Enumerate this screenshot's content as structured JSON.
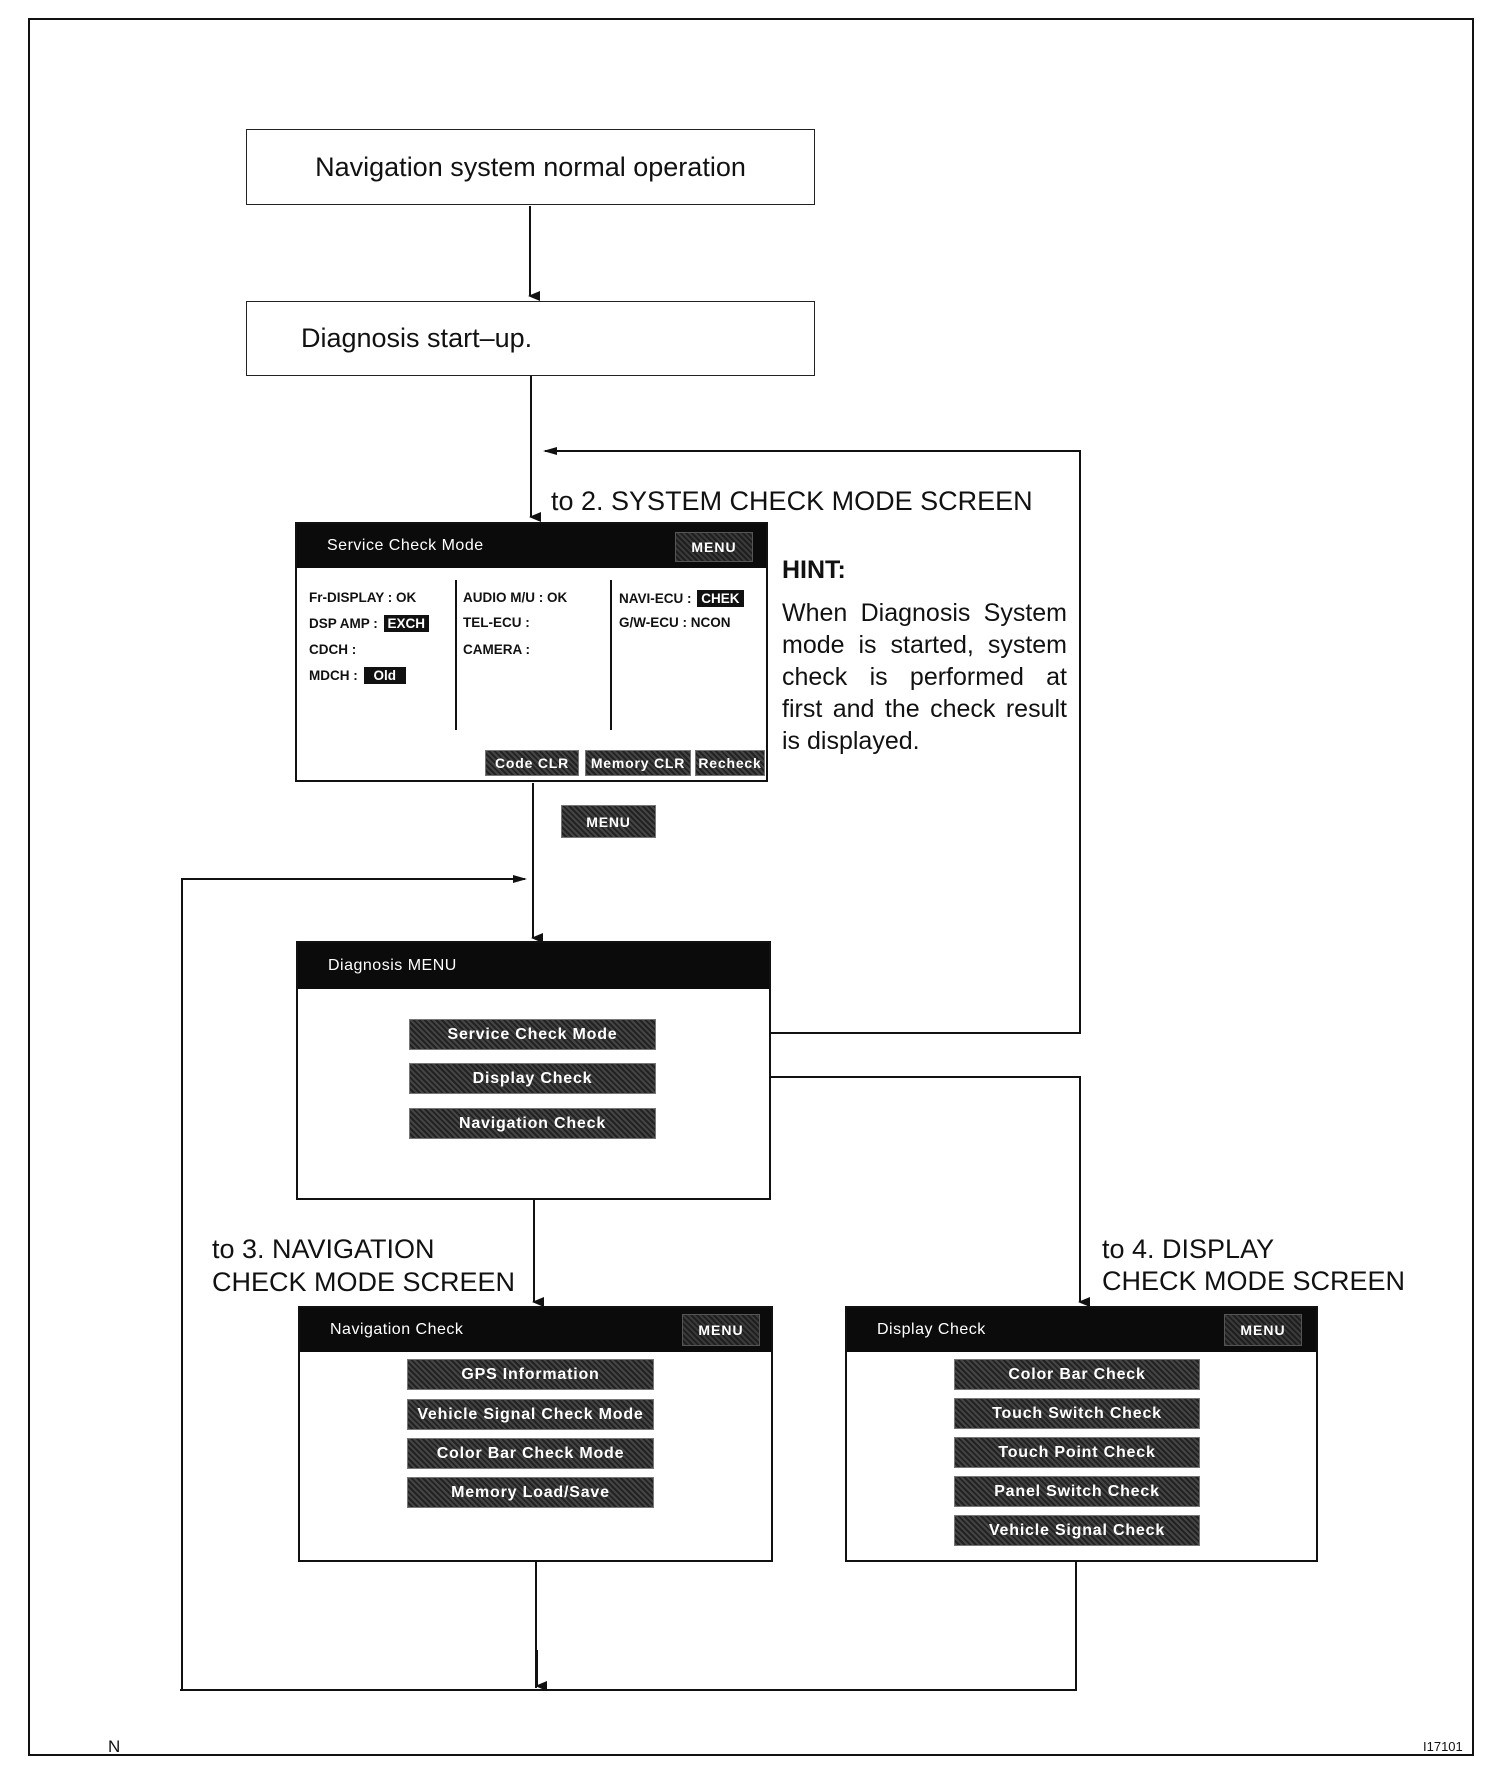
{
  "flow": {
    "box1": "Navigation system normal operation",
    "box2": "Diagnosis start–up."
  },
  "labels": {
    "to_system": "to 2. SYSTEM CHECK MODE SCREEN",
    "to_nav_1": "to 3. NAVIGATION",
    "to_nav_2": "CHECK MODE SCREEN",
    "to_disp_1": "to 4. DISPLAY",
    "to_disp_2": "CHECK MODE SCREEN"
  },
  "hint": {
    "title": "HINT:",
    "text": "When Diagnosis System mode is started, system check is performed at first and the check result is displayed."
  },
  "service_screen": {
    "title": "Service  Check  Mode",
    "menu": "MENU",
    "col1": [
      {
        "key": "Fr-DISPLAY : ",
        "val": "OK",
        "tag": ""
      },
      {
        "key": "DSP AMP  : ",
        "val": "",
        "tag": "EXCH"
      },
      {
        "key": "CDCH      :",
        "val": "",
        "tag": ""
      },
      {
        "key": "MDCH      : ",
        "val": "",
        "tag": "Old"
      }
    ],
    "col2": [
      {
        "key": "AUDIO M/U : ",
        "val": "OK",
        "tag": ""
      },
      {
        "key": "TEL-ECU    :",
        "val": "",
        "tag": ""
      },
      {
        "key": "CAMERA     :",
        "val": "",
        "tag": ""
      }
    ],
    "col3": [
      {
        "key": "NAVI-ECU  : ",
        "val": "",
        "tag": "CHEK"
      },
      {
        "key": "G/W-ECU   : ",
        "val": "NCON",
        "tag": ""
      }
    ],
    "buttons": [
      "Code CLR",
      "Memory CLR",
      "Recheck"
    ]
  },
  "menu_button": "MENU",
  "diag_menu": {
    "title": "Diagnosis  MENU",
    "items": [
      "Service  Check  Mode",
      "Display  Check",
      "Navigation  Check"
    ]
  },
  "nav_check": {
    "title": "Navigation Check",
    "menu": "MENU",
    "items": [
      "GPS  Information",
      "Vehicle  Signal  Check  Mode",
      "Color  Bar  Check  Mode",
      "Memory  Load/Save"
    ]
  },
  "display_check": {
    "title": "Display Check",
    "menu": "MENU",
    "items": [
      "Color  Bar  Check",
      "Touch  Switch  Check",
      "Touch  Point  Check",
      "Panel Switch  Check",
      "Vehicle  Signal  Check"
    ]
  },
  "footer": {
    "left": "N",
    "right": "I17101"
  }
}
